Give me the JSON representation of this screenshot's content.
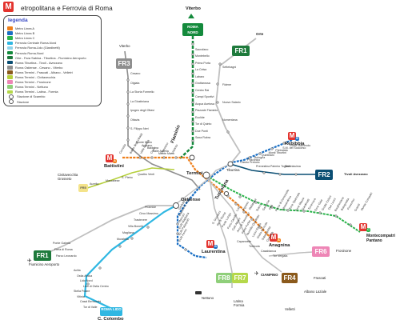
{
  "header": {
    "logo_letter": "M",
    "title": "etropolitana e Ferrovia di Roma"
  },
  "legend": {
    "title": "legenda",
    "items": [
      {
        "label": "Metro Linea A",
        "color": "#ef7f1a"
      },
      {
        "label": "Metro Linea B",
        "color": "#1a6fc4"
      },
      {
        "label": "Metro Linea C",
        "color": "#2bb34b"
      },
      {
        "label": "Ferrovia Centrale Roma-Nord",
        "color": "#2fb7e2"
      },
      {
        "label": "Ferrovia Roma-Lido (Giardinetti)",
        "color": "#8fd3ea"
      },
      {
        "label": "Ferrovia Roma-Nord",
        "color": "#148a3c"
      },
      {
        "label": "Orte - Fara Sabina - Tiburtina - Fiumicino Aeroporto",
        "color": "#1e7a3c"
      },
      {
        "label": "Roma Tiburtina - Tivoli - Avezzano",
        "color": "#0a4e73"
      },
      {
        "label": "Roma Ostiense - Cesano - Viterbo",
        "color": "#8e8e8e"
      },
      {
        "label": "Roma Termini - Frascati - Albano - Velletri",
        "color": "#8b5a1c"
      },
      {
        "label": "Roma Termini - Civitavecchia",
        "color": "#b5cf3c"
      },
      {
        "label": "Roma Termini - Frosinone",
        "color": "#ee86b6"
      },
      {
        "label": "Roma Termini - Nettuno",
        "color": "#8fcf7a"
      },
      {
        "label": "Roma Termini - Latina - Formia",
        "color": "#b5d84a"
      },
      {
        "label": "Stazione di Scambio",
        "color": "#ffffff"
      },
      {
        "label": "Stazione",
        "color": "#ffffff"
      }
    ]
  },
  "lines": {
    "metro_a": "#ef7f1a",
    "metro_b": "#1a6fc4",
    "metro_c": "#2bb34b",
    "roma_lido": "#2fb7e2",
    "roma_nord": "#148a3c",
    "fr1": "#1e7a3c",
    "fr2": "#0a4e73",
    "fr3": "#8e8e8e",
    "fr4": "#8b5a1c",
    "fr5": "#b5cf3c",
    "fr6": "#ee86b6",
    "fr7": "#b5d84a",
    "fr8": "#8fcf7a"
  },
  "badges": {
    "roma_nord": "ROMA NORD",
    "roma_lido": "ROMA LIDO",
    "fr1_top": "FR1",
    "fr1_left": "FR1",
    "fr2": "FR2",
    "fr3": "FR3",
    "fr4": "FR4",
    "fr5": "FR5",
    "fr6": "FR6",
    "fr7": "FR7",
    "fr8": "FR8",
    "metro_a_letter": "M",
    "metro_a_sub": "A",
    "metro_b_letter": "M",
    "metro_b_sub": "B",
    "metro_b_reb_sub": "B",
    "metro_c_letter": "M",
    "metro_c_sub": "C"
  },
  "terminals": {
    "viterbo": "Viterbo",
    "orte": "Orte",
    "tivoli": "Tivoli Avezzano",
    "rebibbia": "Rebibbia",
    "battistini": "Battistini",
    "civitavecchia": "Civitavecchia Grosseto",
    "fiumicino": "Fiumicino Aeroporto",
    "laurentina": "Laurentina",
    "anagnina": "Anagnina",
    "montecompatri": "Montecompatri Pantano",
    "frosinone": "Frosinone",
    "nettuno": "Nettuno",
    "latina": "Latina Formia",
    "frascati": "Frascati",
    "albano": "Albano Laziale",
    "velletri": "Velletri",
    "colombo": "C. Colombo",
    "termini": "Termini",
    "ostiense": "Ostiense",
    "flaminio": "Flaminio",
    "tuscolana": "Tuscolana",
    "tiburtina": "Tiburtina",
    "ciampino": "CIAMPINO",
    "viterbo_fr3": "Viterbo",
    "cesano": "Cesano"
  },
  "stations": {
    "roma_nord": [
      "Saxa Rubra",
      "Due Ponti",
      "Tor di Quinto",
      "Euclide",
      "Piazzale Flaminio",
      "Acqua Acetosa",
      "Campi Sportivi",
      "Centro Rai",
      "Grottarossa",
      "Labaro",
      "La Celsa",
      "Prima Porta",
      "Montebello",
      "Sacrofano"
    ],
    "fr3": [
      "Cesano",
      "Olgiata",
      "La Storta Formello",
      "La Giustiniana",
      "Ipogeo degli Ottavi",
      "Ottavia",
      "S. Filippo Neri",
      "Monte Mario",
      "Appiano",
      "Balduina",
      "Valle Aurelia",
      "Monte Mario"
    ],
    "fr1_top": [
      "Settebagni",
      "Fidene",
      "Nuovo Salario",
      "Nomentana"
    ],
    "metro_b_reb": [
      "Ponte Mammolo",
      "S.M. del Soccorso",
      "Pietralata",
      "Monti Tiburtini",
      "Quintiliani",
      "Bologna",
      "Policlinico",
      "Castro Pretorio"
    ],
    "metro_a_west": [
      "Cornelia",
      "Baldo degli Ubaldi",
      "Valle Aurelia",
      "Cipro",
      "Ottaviano",
      "Lepanto"
    ],
    "fr5": [
      "Aurelia",
      "Maccarese",
      "S. Pietro",
      "Quattro Venti"
    ],
    "fr1_left": [
      "Ponte Galeria",
      "Fiera di Roma",
      "Parco Leonardo",
      "Muratella",
      "Magliana",
      "Villa Bonelli",
      "Trastevere",
      "Circo Massimo",
      "Piramide"
    ],
    "metro_b_south": [
      "EUR Fermi",
      "EUR Palasport",
      "EUR Magliana",
      "Marconi",
      "Basilica S. Paolo",
      "Garbatella"
    ],
    "roma_lido": [
      "Acilia",
      "Ostia Antica",
      "Lido Nord",
      "Lido di Ostia Centro",
      "Stella Polare",
      "Vitinia",
      "Casal Bernocchi",
      "Tor di Valle"
    ],
    "metro_a_south": [
      "S. Giovanni",
      "Re di Roma",
      "Ponte Lungo",
      "Furio Camillo",
      "Colli Albani",
      "Arco di Travertino",
      "Porta Furba",
      "Numidio Quadrato",
      "Lucio Sestio",
      "Giulio Agricola",
      "Subaugusta",
      "Cinecittà"
    ],
    "metro_c": [
      "Lodi",
      "Pigneto",
      "Malatesta",
      "Teano",
      "Gardenie",
      "Mirti",
      "Parco di Centocelle",
      "Alessandrino",
      "Torre Spaccata",
      "Torre Maura",
      "Giardinetti",
      "Torrenova",
      "Torre Gaia",
      "Grotte Celoni",
      "Due Leoni",
      "Borghesiana",
      "Bolognetta",
      "Finocchio",
      "Graniti",
      "Monte Compatri"
    ],
    "fr4": [
      "Capannelle",
      "Torricola",
      "Casabianca",
      "Tor Vergata"
    ],
    "fr2": [
      "Prenestina",
      "Palmiro Togliatti",
      "Serenissima"
    ]
  }
}
